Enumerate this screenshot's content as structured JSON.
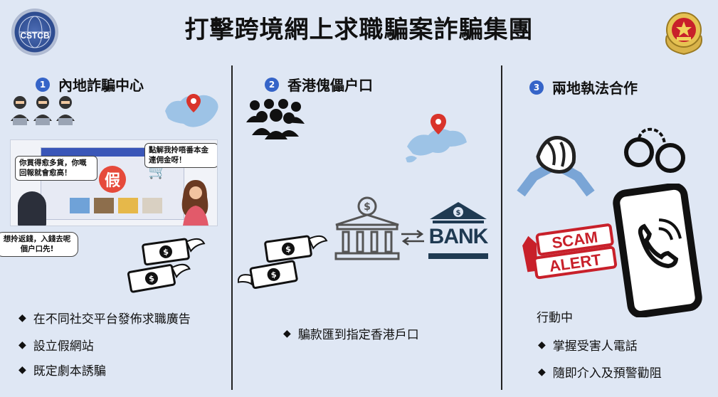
{
  "title": "打擊跨境網上求職騙案詐騙集團",
  "logos": {
    "left": {
      "icon": "cstcb-emblem-icon",
      "text": "CSTCB"
    },
    "right": {
      "icon": "police-emblem-icon"
    }
  },
  "sections": [
    {
      "number": "1",
      "heading": "內地詐騙中心",
      "scene": {
        "bubble_left": "你買得愈多貨，你嘅回報就會愈高！",
        "bubble_right": "點解我拎唔番本金連佣金呀！",
        "fake_stamp": "假",
        "bubble_victim": "想拎返錢，入錢去呢個户口先!"
      },
      "bullets": [
        "在不同社交平台發佈求職廣告",
        "設立假網站",
        "既定劇本誘騙"
      ]
    },
    {
      "number": "2",
      "heading": "香港傀儡户口",
      "bank_label": "BANK",
      "bullets": [
        "騙款匯到指定香港戶口"
      ]
    },
    {
      "number": "3",
      "heading": "兩地執法合作",
      "scam_alert": [
        "SCAM",
        "ALERT"
      ],
      "status": "行動中",
      "bullets": [
        "掌握受害人電話",
        "隨即介入及預警勸阻"
      ]
    }
  ],
  "colors": {
    "accent_blue": "#3564c8",
    "background": "#dfe7f4",
    "alert_red": "#c8202a",
    "bank_navy": "#1f3a52"
  }
}
